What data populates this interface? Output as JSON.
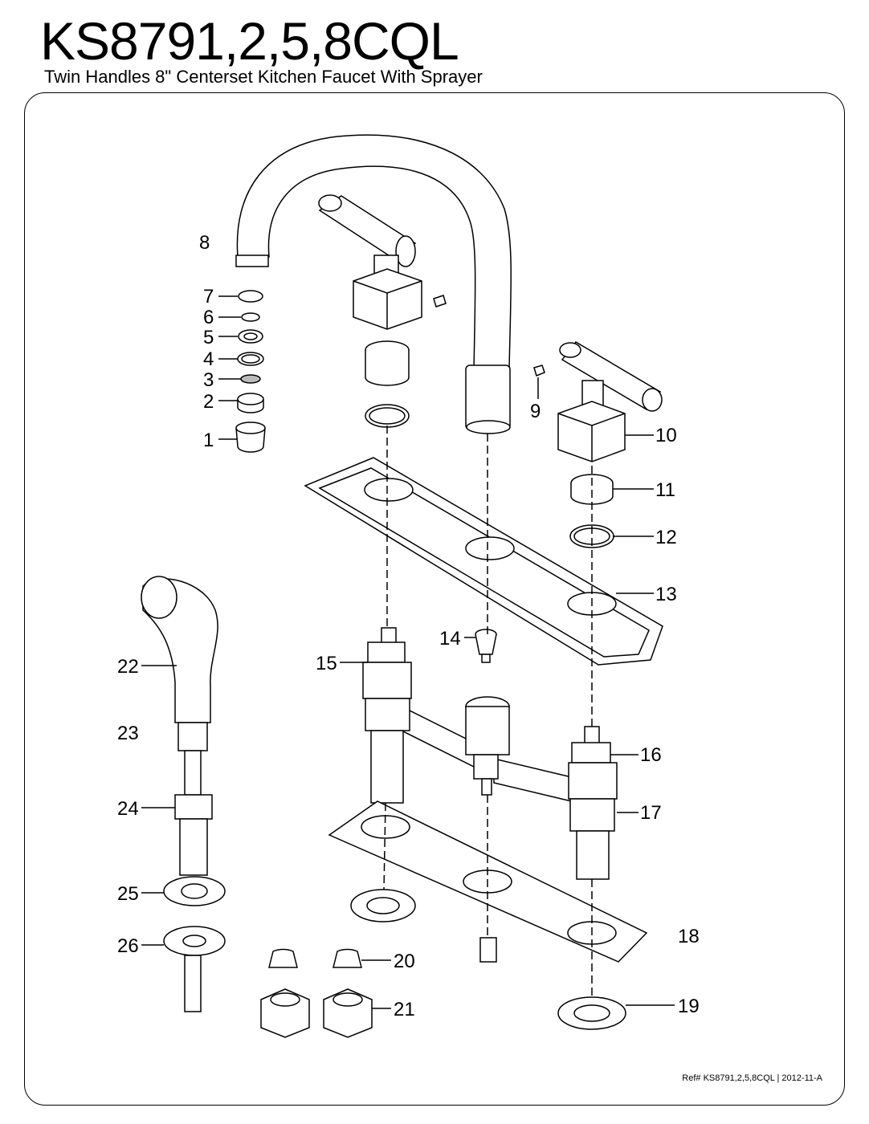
{
  "header": {
    "title": "KS8791,2,5,8CQL",
    "subtitle": "Twin Handles 8\" Centerset Kitchen Faucet With Sprayer"
  },
  "parts": {
    "p1": "1",
    "p2": "2",
    "p3": "3",
    "p4": "4",
    "p5": "5",
    "p6": "6",
    "p7": "7",
    "p8": "8",
    "p9": "9",
    "p10": "10",
    "p11": "11",
    "p12": "12",
    "p13": "13",
    "p14": "14",
    "p15": "15",
    "p16": "16",
    "p17": "17",
    "p18": "18",
    "p19": "19",
    "p20": "20",
    "p21": "21",
    "p22": "22",
    "p23": "23",
    "p24": "24",
    "p25": "25",
    "p26": "26"
  },
  "footer": {
    "reference": "Ref# KS8791,2,5,8CQL | 2012-11-A"
  }
}
